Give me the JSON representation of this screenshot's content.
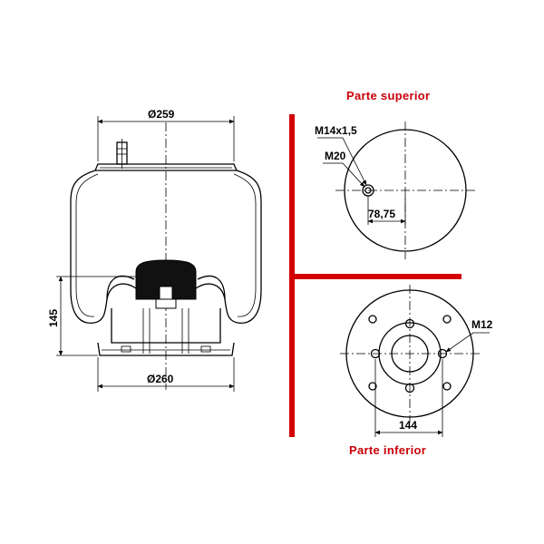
{
  "accent_color": "#d40000",
  "title_color": "#c8000a",
  "front_view": {
    "top_diameter": "Ø259",
    "bottom_diameter": "Ø260",
    "height": "145"
  },
  "top_view": {
    "title": "Parte superior",
    "thread_label": "M14x1,5",
    "stud_label": "M20",
    "offset_label": "78,75"
  },
  "bottom_view": {
    "title": "Parte inferior",
    "bolt_label": "M12",
    "bolt_spacing": "144"
  }
}
